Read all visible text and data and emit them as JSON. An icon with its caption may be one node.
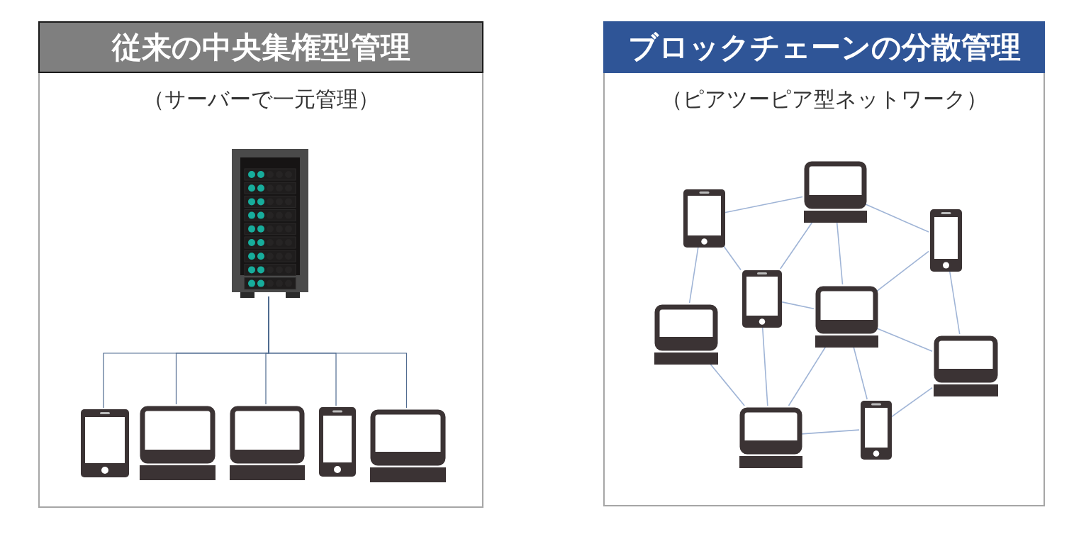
{
  "diagram": {
    "nodes": [
      {
        "text": [
          "従来の中央集権型管理",
          "（サーバーで一元管理）"
        ]
      },
      {
        "text": [],
        "shape": "server",
        "in": 0
      },
      {
        "text": [],
        "shape": "tablet",
        "in": 0
      },
      {
        "text": [],
        "shape": "laptop",
        "in": 0
      },
      {
        "text": [],
        "shape": "laptop",
        "in": 0
      },
      {
        "text": [],
        "shape": "phone",
        "in": 0
      },
      {
        "text": [],
        "shape": "laptop",
        "in": 0
      },
      {
        "text": [
          "ブロックチェーンの分散管理",
          "（ピアツーピア型ネットワーク）"
        ]
      },
      {
        "text": [],
        "shape": "tablet",
        "in": 7
      },
      {
        "text": [],
        "shape": "laptop",
        "in": 7
      },
      {
        "text": [],
        "shape": "phone",
        "in": 7
      },
      {
        "text": [],
        "shape": "tablet",
        "in": 7
      },
      {
        "text": [],
        "shape": "laptop",
        "in": 7
      },
      {
        "text": [],
        "shape": "laptop",
        "in": 7
      },
      {
        "text": [],
        "shape": "laptop",
        "in": 7
      },
      {
        "text": [],
        "shape": "laptop",
        "in": 7
      },
      {
        "text": [],
        "shape": "phone",
        "in": 7
      }
    ],
    "edges": [
      {
        "from": 1,
        "to": 2,
        "arrow": "none",
        "color": "#4f6a8f"
      },
      {
        "from": 1,
        "to": 3,
        "arrow": "none",
        "color": "#4f6a8f"
      },
      {
        "from": 1,
        "to": 4,
        "arrow": "none",
        "color": "#4f6a8f"
      },
      {
        "from": 1,
        "to": 5,
        "arrow": "none",
        "color": "#4f6a8f"
      },
      {
        "from": 1,
        "to": 6,
        "arrow": "none",
        "color": "#4f6a8f"
      },
      {
        "from": 8,
        "to": 9,
        "arrow": "none"
      },
      {
        "from": 9,
        "to": 10,
        "arrow": "none"
      },
      {
        "from": 9,
        "to": 11,
        "arrow": "none"
      },
      {
        "from": 9,
        "to": 12,
        "arrow": "none"
      },
      {
        "from": 10,
        "to": 12,
        "arrow": "none"
      },
      {
        "from": 10,
        "to": 14,
        "arrow": "none"
      },
      {
        "from": 8,
        "to": 13,
        "arrow": "none"
      },
      {
        "from": 8,
        "to": 11,
        "arrow": "none"
      },
      {
        "from": 11,
        "to": 12,
        "arrow": "none"
      },
      {
        "from": 11,
        "to": 15,
        "arrow": "none"
      },
      {
        "from": 12,
        "to": 15,
        "arrow": "none"
      },
      {
        "from": 12,
        "to": 14,
        "arrow": "none"
      },
      {
        "from": 12,
        "to": 16,
        "arrow": "none"
      },
      {
        "from": 13,
        "to": 15,
        "arrow": "none"
      },
      {
        "from": 15,
        "to": 16,
        "arrow": "none"
      },
      {
        "from": 16,
        "to": 14,
        "arrow": "none"
      }
    ]
  }
}
